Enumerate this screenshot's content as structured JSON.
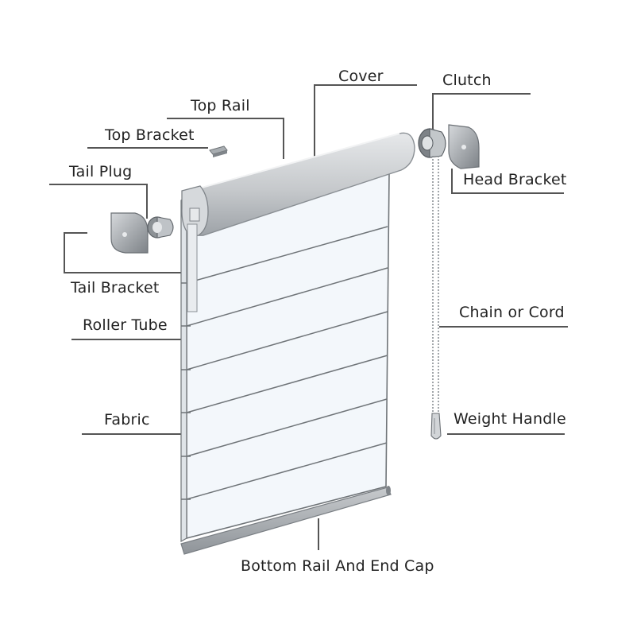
{
  "labels": {
    "cover": "Cover",
    "clutch": "Clutch",
    "top_rail": "Top Rail",
    "top_bracket": "Top Bracket",
    "tail_plug": "Tail Plug",
    "head_bracket": "Head Bracket",
    "tail_bracket": "Tail Bracket",
    "chain_or_cord": "Chain or Cord",
    "roller_tube": "Roller Tube",
    "fabric": "Fabric",
    "weight_handle": "Weight Handle",
    "bottom_rail": "Bottom Rail And End Cap"
  },
  "colors": {
    "line": "#555555",
    "fabric_fill": "#f3f7fb",
    "fabric_stroke": "#6f7478",
    "rail_fill": "#c9cccf",
    "rail_dark": "#9aa0a5",
    "part_fill": "#8f9498"
  }
}
